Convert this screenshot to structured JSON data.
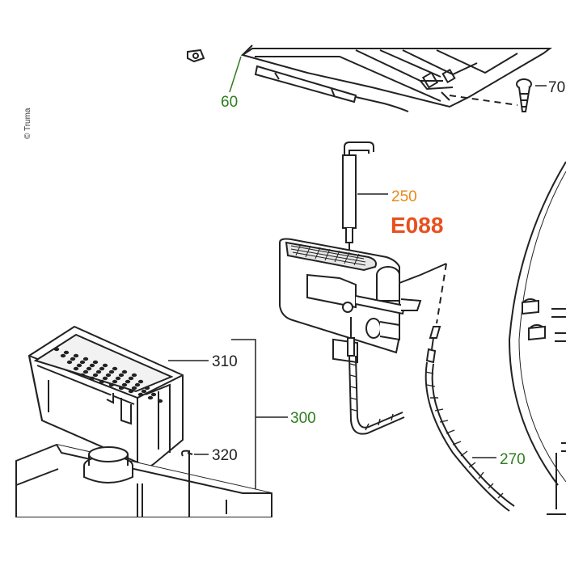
{
  "copyright": "© Truma",
  "highlight": "E088",
  "callouts": [
    {
      "id": "60",
      "text": "60",
      "color": "#2e7d1e"
    },
    {
      "id": "70",
      "text": "70",
      "color": "#222222"
    },
    {
      "id": "250",
      "text": "250",
      "color": "#e8891a"
    },
    {
      "id": "310",
      "text": "310",
      "color": "#222222"
    },
    {
      "id": "300",
      "text": "300",
      "color": "#2e7d1e"
    },
    {
      "id": "320",
      "text": "320",
      "color": "#222222"
    },
    {
      "id": "270",
      "text": "270",
      "color": "#2e7d1e"
    }
  ],
  "colors": {
    "highlight": "#e8501e",
    "line": "#222222",
    "green": "#2e7d1e",
    "orange": "#e8891a"
  }
}
